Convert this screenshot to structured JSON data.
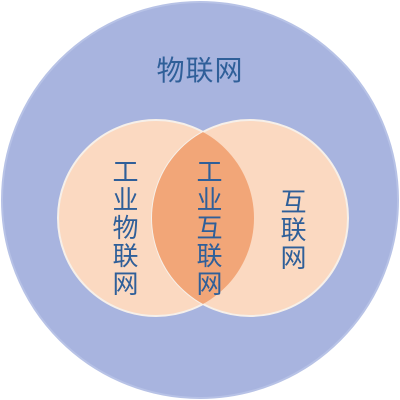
{
  "diagram": {
    "outer_label": "物联网",
    "left_label": "工业物联网",
    "center_label": "工业互联网",
    "right_label": "互联网",
    "colors": {
      "outer_fill": "#a8b4df",
      "outer_stroke": "#b7c2e6",
      "circle_fill": "#fbd9c1",
      "circle_stroke": "#f6f0ea",
      "overlap_fill": "#f2a678",
      "text": "#2f5f99"
    }
  }
}
